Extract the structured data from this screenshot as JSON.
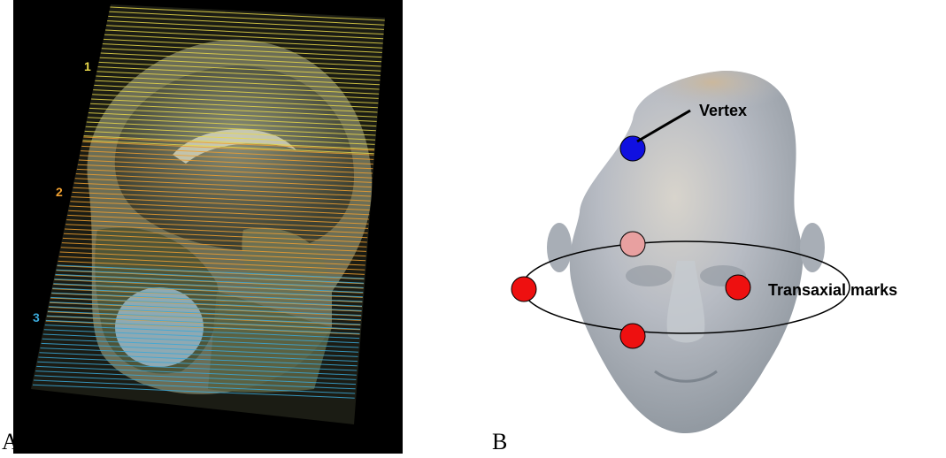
{
  "panels": [
    {
      "letter": "A",
      "slab_labels": [
        "1",
        "2",
        "3"
      ],
      "slab_colors": [
        "#e8d84a",
        "#f0a030",
        "#3aa8d8"
      ]
    },
    {
      "letter": "B",
      "annotations": {
        "vertex": "Vertex",
        "transaxial": "Transaxial marks"
      },
      "marker_colors": {
        "vertex": "#1010e0",
        "transaxial": "#ee1010",
        "nasion": "#e8a0a0"
      }
    }
  ]
}
